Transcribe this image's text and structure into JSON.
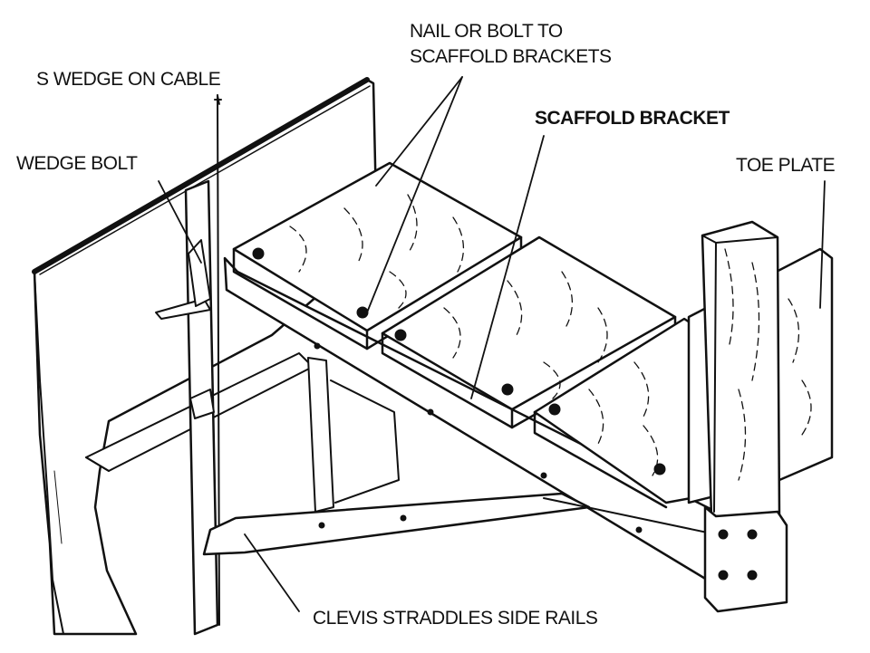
{
  "labels": {
    "nail_line1": "NAIL OR BOLT TO",
    "nail_line2": "SCAFFOLD BRACKETS",
    "s_wedge": "S WEDGE ON CABLE",
    "scaffold_bracket": "SCAFFOLD BRACKET",
    "wedge_bolt": "WEDGE BOLT",
    "toe_plate": "TOE PLATE",
    "clevis": "CLEVIS STRADDLES SIDE RAILS"
  },
  "colors": {
    "ink": "#111111",
    "paper": "#ffffff"
  }
}
